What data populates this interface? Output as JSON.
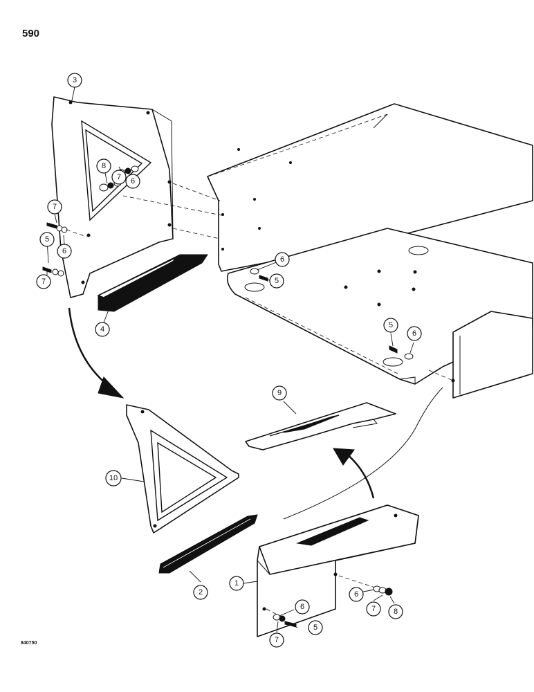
{
  "page": {
    "number": "590",
    "figure_code": "840750"
  },
  "callouts": [
    {
      "id": "c3",
      "label": "3"
    },
    {
      "id": "c8a",
      "label": "8"
    },
    {
      "id": "c7a",
      "label": "7"
    },
    {
      "id": "c6a",
      "label": "6"
    },
    {
      "id": "c7b",
      "label": "7"
    },
    {
      "id": "c5a",
      "label": "5"
    },
    {
      "id": "c6b",
      "label": "6"
    },
    {
      "id": "c7c",
      "label": "7"
    },
    {
      "id": "c4",
      "label": "4"
    },
    {
      "id": "c6c",
      "label": "6"
    },
    {
      "id": "c5b",
      "label": "5"
    },
    {
      "id": "c5c",
      "label": "5"
    },
    {
      "id": "c6d",
      "label": "6"
    },
    {
      "id": "c9",
      "label": "9"
    },
    {
      "id": "c10",
      "label": "10"
    },
    {
      "id": "c1",
      "label": "1"
    },
    {
      "id": "c2",
      "label": "2"
    },
    {
      "id": "c6e",
      "label": "6"
    },
    {
      "id": "c7d",
      "label": "7"
    },
    {
      "id": "c8b",
      "label": "8"
    },
    {
      "id": "c6f",
      "label": "6"
    },
    {
      "id": "c7e",
      "label": "7"
    },
    {
      "id": "c5d",
      "label": "5"
    }
  ]
}
